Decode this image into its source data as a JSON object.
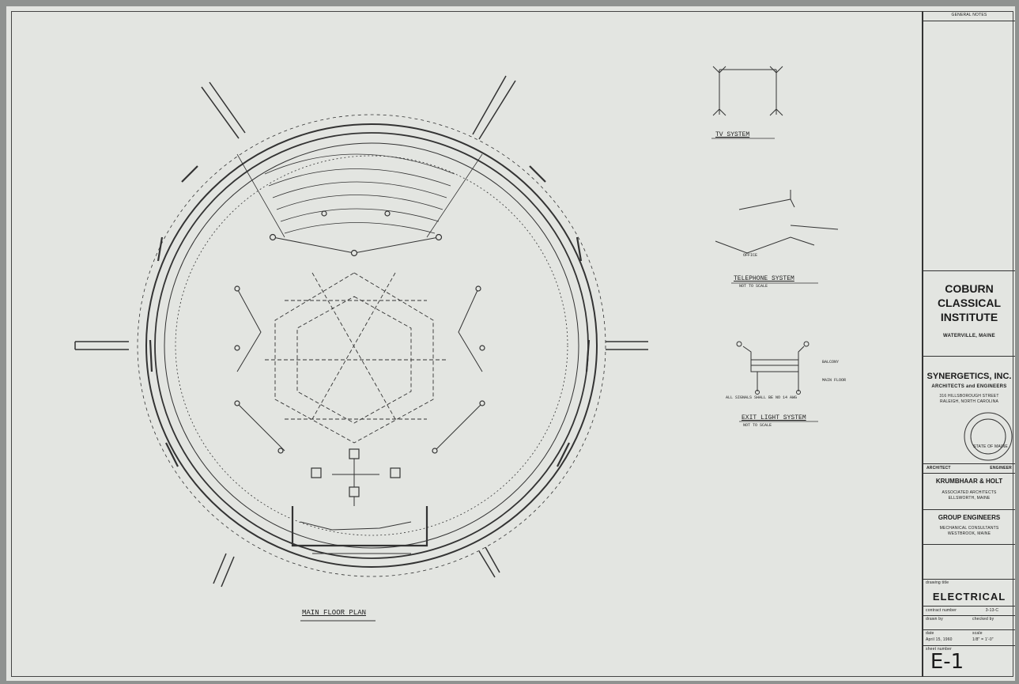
{
  "drawing": {
    "main_plan_title": "MAIN FLOOR PLAN",
    "tv_title": "TV SYSTEM",
    "telephone_title": "TELEPHONE SYSTEM",
    "exit_title": "EXIT LIGHT SYSTEM",
    "note_not_to_scale": "NOT TO SCALE",
    "office_label": "OFFICE",
    "balcony_label": "BALCONY",
    "main_floor_label": "MAIN FLOOR",
    "exit_note": "ALL SIGNALS SHALL BE NO 14 AWG"
  },
  "title_block": {
    "general_notes": "GENERAL NOTES",
    "client_line1": "COBURN",
    "client_line2": "CLASSICAL",
    "client_line3": "INSTITUTE",
    "client_location": "WATERVILLE, MAINE",
    "firm_name": "SYNERGETICS, INC.",
    "firm_role": "ARCHITECTS and ENGINEERS",
    "firm_address1": "316 HILLSBOROUGH STREET",
    "firm_address2": "RALEIGH, NORTH CAROLINA",
    "stamp_text": "STATE OF MAINE",
    "architect_label": "ARCHITECT",
    "engineer_label": "ENGINEER",
    "assoc_name": "KRUMBHAAR & HOLT",
    "assoc_role": "ASSOCIATED ARCHITECTS",
    "assoc_location": "ELLSWORTH, MAINE",
    "eng_name": "GROUP ENGINEERS",
    "eng_role": "MECHANICAL CONSULTANTS",
    "eng_location": "WESTBROOK, MAINE",
    "drawing_title_label": "drawing title",
    "drawing_title": "ELECTRICAL",
    "contract_label": "contract number",
    "contract_number": "3-13-C",
    "drawn_label": "drawn by",
    "checked_label": "checked by",
    "date_label": "date",
    "date": "April 15, 1960",
    "scale_label": "scale",
    "scale": "1/8\" = 1'-0\"",
    "sheet_label": "sheet number",
    "sheet_number": "E-1"
  },
  "colors": {
    "paper": "#e3e5e1",
    "ink": "#2a2a2a",
    "background": "#8f9290"
  }
}
